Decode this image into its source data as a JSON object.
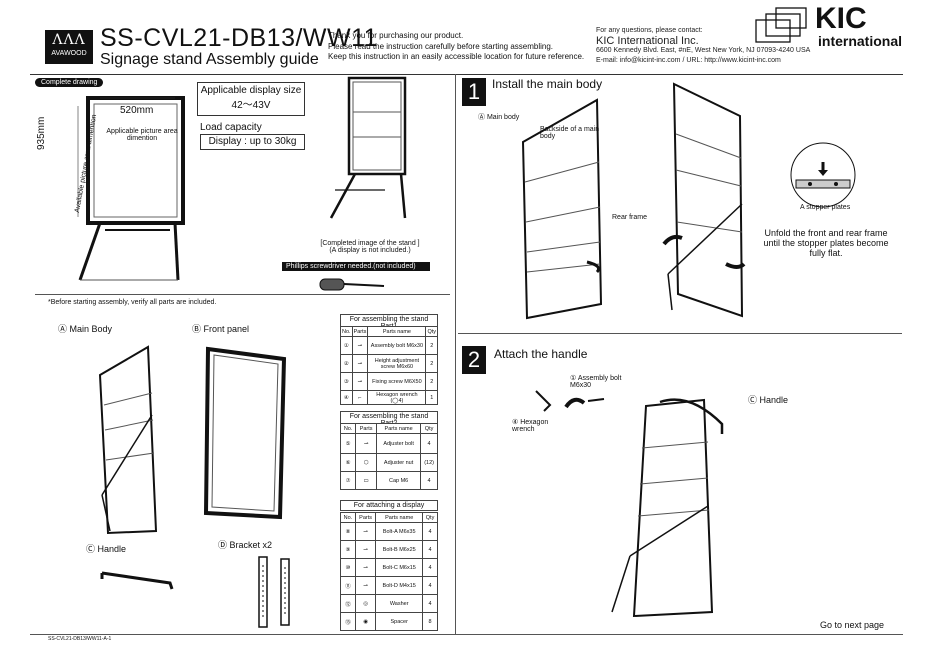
{
  "brand": {
    "logo_text": "AVAWOOD",
    "model": "SS-CVL21-DB13/WW11",
    "subtitle": "Signage stand Assembly guide"
  },
  "intro": {
    "line1": "Thank you for purchasing our product.",
    "line2": "Please read the instruction carefully before starting assembling.",
    "line3": "Keep this instruction in an easily accessible location for future reference."
  },
  "contact": {
    "heading": "For any questions, please contact:",
    "company": "KIC International Inc.",
    "address": "6600 Kennedy Blvd. East, #nE, West New York, NJ 07093-4240 USA",
    "email_url": "E-mail: info@kicint-inc.com  /  URL: http://www.kicint-inc.com"
  },
  "kic": {
    "name": "KIC",
    "sub": "international"
  },
  "complete_drawing": {
    "pill": "Complete drawing",
    "width_dim": "520mm",
    "height_dim": "935mm",
    "picture_area": "Applicable picture area dimention",
    "available_area": "Available picture area dimention",
    "display_size_label": "Applicable display size",
    "display_size_value": "42〜43V",
    "load_label": "Load capacity",
    "load_value": "Display : up to 30kg",
    "completed_caption1": "[Completed image of the stand ]",
    "completed_caption2": "(A display is not included.)",
    "screwdriver": "Phillips screwdriver needed.(not included)"
  },
  "parts_section": {
    "note": "*Before starting assembly, verify all parts are included.",
    "main_body": "Ⓐ Main Body",
    "front_panel": "Ⓑ Front panel",
    "handle": "Ⓒ Handle",
    "bracket": "Ⓓ Bracket x2"
  },
  "tables": {
    "col_no": "No.",
    "col_parts": "Parts",
    "col_name": "Parts name",
    "col_qty": "Qty",
    "part1_title": "For assembling the stand  Part1",
    "part1_rows": [
      {
        "no": "①",
        "name": "Assembly bolt M6x30",
        "qty": "2"
      },
      {
        "no": "②",
        "name": "Height adjustment screw M6x60",
        "qty": "2"
      },
      {
        "no": "③",
        "name": "Fixing screw M6X50",
        "qty": "2"
      },
      {
        "no": "④",
        "name": "Hexagon wrench (◯4)",
        "qty": "1"
      }
    ],
    "part2_title": "For assembling the stand  Part2",
    "part2_rows": [
      {
        "no": "⑤",
        "name": "Adjuster bolt",
        "qty": "4"
      },
      {
        "no": "⑥",
        "name": "Adjuster nut",
        "qty": "(12)"
      },
      {
        "no": "⑦",
        "name": "Cap M6",
        "qty": "4"
      }
    ],
    "part3_title": "For attaching a display",
    "part3_rows": [
      {
        "no": "⑧",
        "name": "Bolt-A M6x35",
        "qty": "4"
      },
      {
        "no": "⑨",
        "name": "Bolt-B M6x25",
        "qty": "4"
      },
      {
        "no": "⑩",
        "name": "Bolt-C M6x15",
        "qty": "4"
      },
      {
        "no": "⑪",
        "name": "Bolt-D M4x15",
        "qty": "4"
      },
      {
        "no": "⑫",
        "name": "Washer",
        "qty": "4"
      },
      {
        "no": "⑬",
        "name": "Spacer",
        "qty": "8"
      }
    ]
  },
  "step1": {
    "num": "1",
    "title": "Install the main body",
    "main_body": "Ⓐ Main body",
    "backside": "Backside of a main body",
    "rear_frame": "Rear frame",
    "stopper": "A stopper plates",
    "instruction": "Unfold the front and rear frame until the stopper plates become fully flat."
  },
  "step2": {
    "num": "2",
    "title": "Attach the handle",
    "assembly_bolt": "① Assembly bolt M6x30",
    "hex_wrench": "④ Hexagon wrench",
    "handle": "Ⓒ Handle"
  },
  "footer": {
    "code": "SS-CVL21-DB13/WW11-A-1",
    "next": "Go to next page"
  }
}
